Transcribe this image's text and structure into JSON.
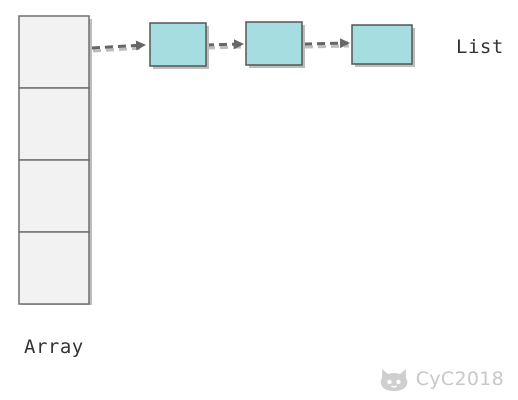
{
  "array": {
    "label": "Array",
    "cell_count": 4,
    "cell_fill": "#f2f2f2",
    "border_color": "#6f6f6f",
    "shadow_color": "#bdbdbd"
  },
  "list": {
    "label": "List",
    "node_count": 3,
    "node_fill": "#a5dde0",
    "border_color": "#555555",
    "shadow_color": "#bdbdbd"
  },
  "arrow": {
    "color": "#666666",
    "style": "dashed"
  },
  "watermark": {
    "text": "CyC2018",
    "icon": "octocat-icon",
    "color": "#c8c8c8"
  }
}
